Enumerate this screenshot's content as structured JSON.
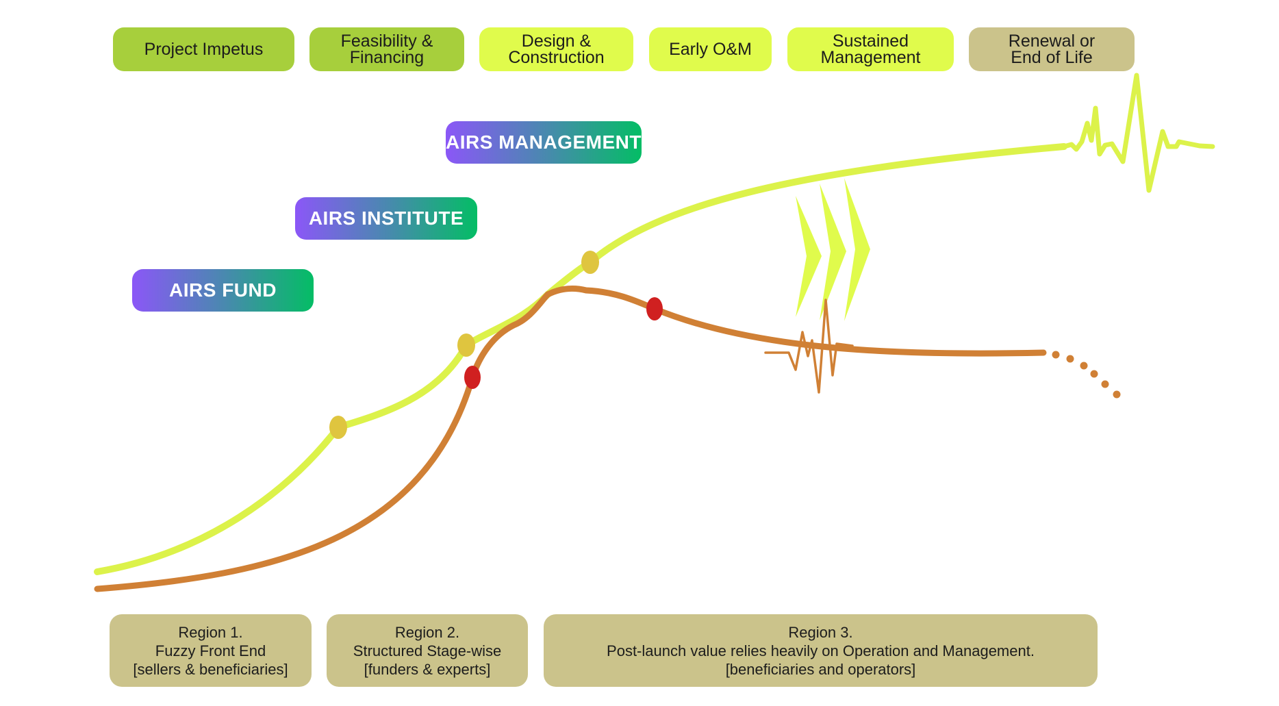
{
  "colors": {
    "phase_dark": "#a7cf3c",
    "phase_light": "#e0fb4c",
    "phase_end": "#cbc38b",
    "airs_gradient_start": "#8b57f7",
    "airs_gradient_end": "#04bd65",
    "green_curve": "#dcf24a",
    "orange_curve": "#d08035",
    "gold_marker": "#dfc53f",
    "red_marker": "#d02020",
    "region_box": "#cbc38b"
  },
  "phases": [
    {
      "label": "Project Impetus",
      "style": "dark"
    },
    {
      "label": "Feasibility &\nFinancing",
      "style": "dark"
    },
    {
      "label": "Design &\nConstruction",
      "style": "light"
    },
    {
      "label": "Early O&M",
      "style": "light"
    },
    {
      "label": "Sustained\nManagement",
      "style": "light"
    },
    {
      "label": "Renewal or\nEnd of Life",
      "style": "end"
    }
  ],
  "airs_labels": {
    "management": "AIRS MANAGEMENT",
    "institute": "AIRS INSTITUTE",
    "fund": "AIRS FUND"
  },
  "curves": {
    "sustained_value": {
      "color_key": "green_curve",
      "gold_markers": 3,
      "ending": "heartbeat"
    },
    "unmanaged_value": {
      "color_key": "orange_curve",
      "red_markers": 2,
      "ending": "dotted-decline"
    }
  },
  "regions": [
    {
      "text": "Region 1.\nFuzzy Front End\n[sellers & beneficiaries]"
    },
    {
      "text": "Region 2.\nStructured Stage-wise\n[funders & experts]"
    },
    {
      "text": "Region 3.\nPost-launch value relies heavily on Operation and Management.\n[beneficiaries and operators]"
    }
  ]
}
